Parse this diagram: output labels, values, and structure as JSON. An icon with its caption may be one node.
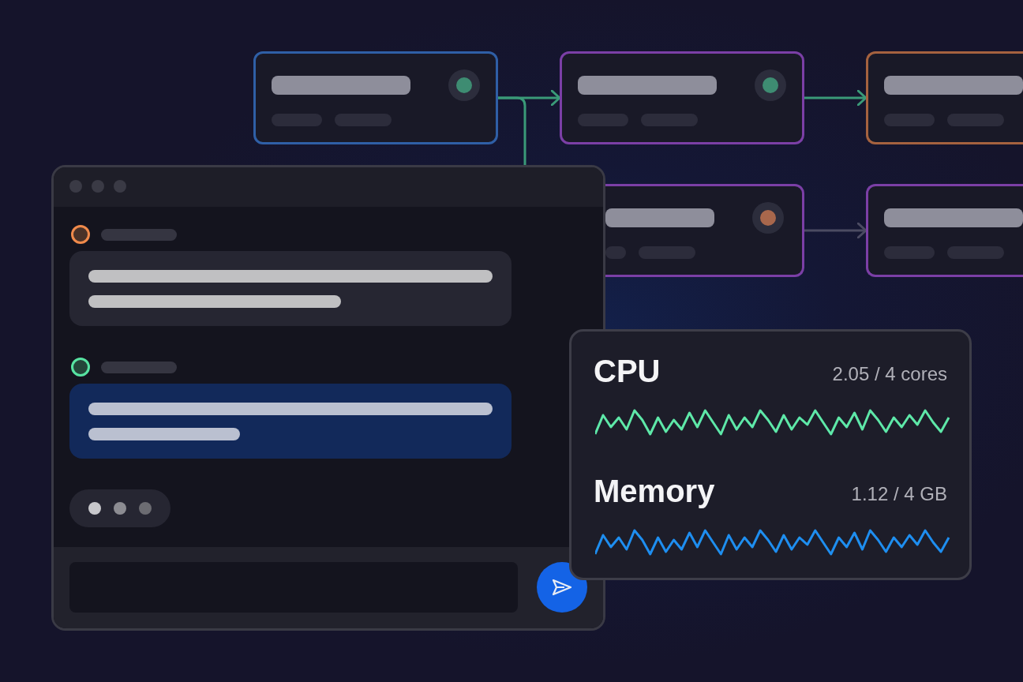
{
  "diagram": {
    "nodes": [
      {
        "text": [],
        "shape": "box"
      },
      {
        "text": [],
        "shape": "box"
      },
      {
        "text": [],
        "shape": "box"
      },
      {
        "text": [],
        "shape": "box"
      },
      {
        "text": [],
        "shape": "box"
      },
      {
        "text": [
          "CPU",
          "2.05 / 4 cores",
          "Memory",
          "1.12 / 4 GB"
        ]
      }
    ],
    "edges": [
      {
        "from": 0,
        "to": 1,
        "arrow": "to"
      },
      {
        "from": 0,
        "to": 3,
        "arrow": "none"
      },
      {
        "from": 1,
        "to": 2,
        "arrow": "to"
      },
      {
        "from": 3,
        "to": 4,
        "arrow": "to",
        "color": "#4b4b62"
      }
    ]
  }
}
